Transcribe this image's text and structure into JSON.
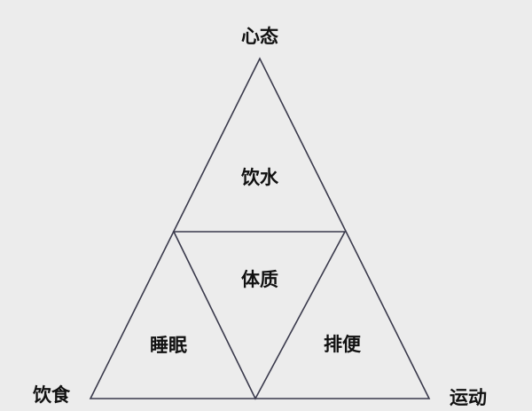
{
  "vertices": {
    "top": "心态",
    "bottom_left": "饮食",
    "bottom_right": "运动"
  },
  "regions": {
    "top": "饮水",
    "center": "体质",
    "left": "睡眠",
    "right": "排便"
  },
  "colors": {
    "background": "#ececec",
    "line": "#3a3a4c",
    "text": "#111111"
  }
}
